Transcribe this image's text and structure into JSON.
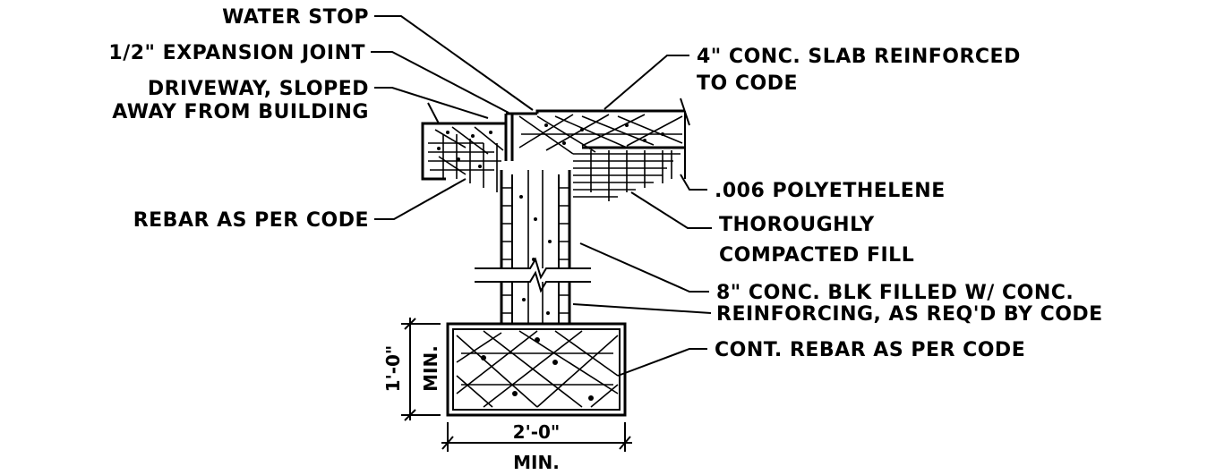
{
  "labels": {
    "water_stop": "WATER STOP",
    "expansion_joint": "1/2\" EXPANSION JOINT",
    "driveway_line1": "DRIVEWAY, SLOPED",
    "driveway_line2": "AWAY FROM BUILDING",
    "slab_line1": "4\" CONC. SLAB REINFORCED",
    "slab_line2": "TO CODE",
    "polyethelene": ".006 POLYETHELENE",
    "rebar_per_code": "REBAR AS PER CODE",
    "fill_line1": "THOROUGHLY",
    "fill_line2": "COMPACTED FILL",
    "conc_blk": "8\" CONC. BLK FILLED W/ CONC.",
    "reinforcing": "REINFORCING, AS REQ'D BY CODE",
    "cont_rebar": "CONT. REBAR AS PER CODE"
  },
  "dimensions": {
    "height_value": "1'-0\"",
    "height_qualifier": "MIN.",
    "width_value": "2'-0\"",
    "width_qualifier": "MIN."
  }
}
